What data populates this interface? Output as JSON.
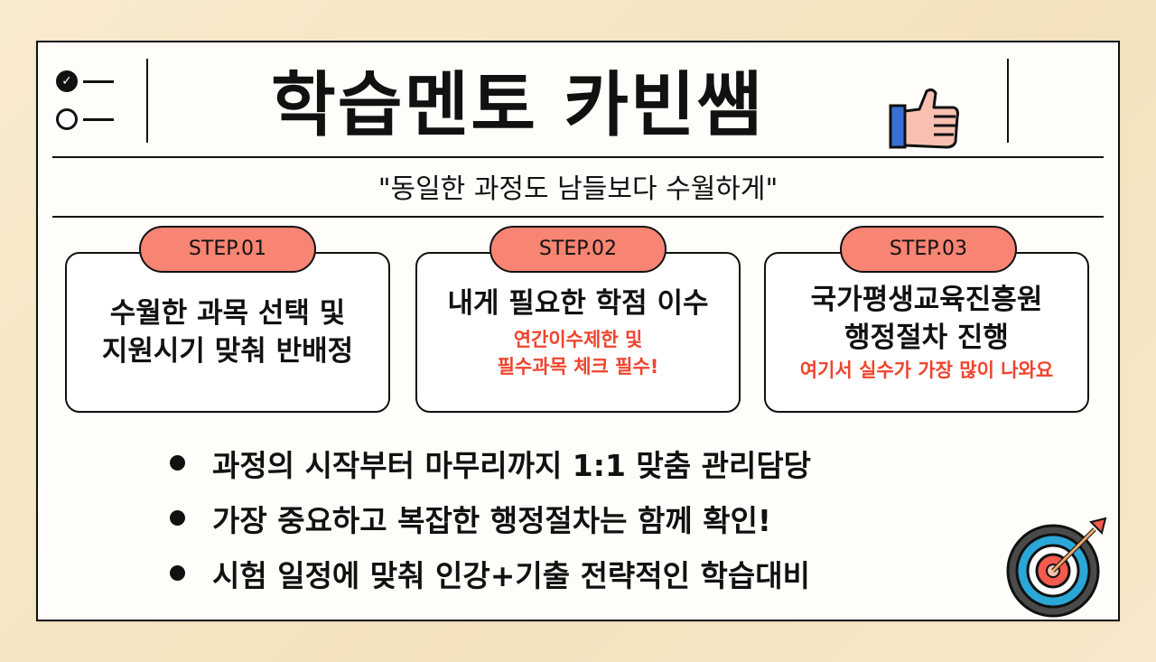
{
  "header": {
    "title": "학습멘토 카빈쌤",
    "subtitle": "\"동일한 과정도 남들보다 수월하게\""
  },
  "steps": [
    {
      "badge": "STEP.01",
      "line1": "수월한 과목 선택 및",
      "line2": "지원시기 맞춰 반배정",
      "note1": "",
      "note2": ""
    },
    {
      "badge": "STEP.02",
      "line1": "내게 필요한 학점 이수",
      "line2": "",
      "note1": "연간이수제한 및",
      "note2": "필수과목 체크 필수!"
    },
    {
      "badge": "STEP.03",
      "line1": "국가평생교육진흥원",
      "line2": "행정절차 진행",
      "note1": "여기서 실수가 가장 많이 나와요",
      "note2": ""
    }
  ],
  "bullets": [
    "과정의 시작부터 마무리까지 1:1 맞춤 관리담당",
    "가장 중요하고 복잡한 행정절차는 함께 확인!",
    "시험 일정에 맞춰 인강+기출 전략적인 학습대비"
  ],
  "colors": {
    "background": "#f6e6c3",
    "badge": "#f88473",
    "note_text": "#f0432d",
    "target_outer": "#2aa7d6",
    "target_inner": "#f55a4e",
    "thumb_skin": "#f7c0b0",
    "thumb_cuff": "#3a6fd8"
  },
  "icons": {
    "checklist": "checklist-icon",
    "thumb": "thumbs-up-icon",
    "target": "target-dart-icon"
  }
}
